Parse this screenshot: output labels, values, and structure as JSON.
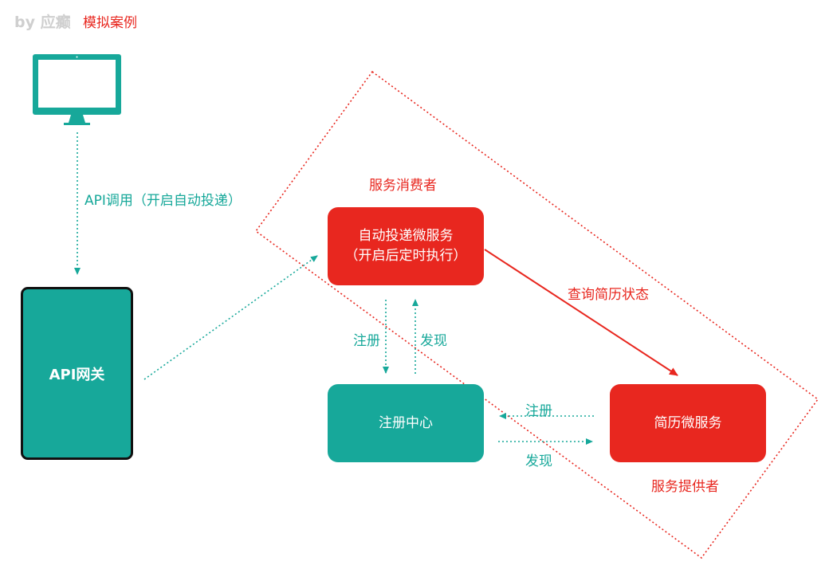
{
  "header": {
    "author": "by 应癫",
    "case_label": "模拟案例"
  },
  "client": {
    "icon": "monitor-icon",
    "call_label": "API调用（开启自动投递）"
  },
  "gateway": {
    "label": "API网关"
  },
  "consumer": {
    "group_label": "服务消费者",
    "name_line1": "自动投递微服务",
    "name_line2": "（开启后定时执行）"
  },
  "registry": {
    "label": "注册中心"
  },
  "provider": {
    "name": "简历微服务",
    "group_label": "服务提供者"
  },
  "edges": {
    "consumer_register": "注册",
    "consumer_discover": "发现",
    "provider_register": "注册",
    "provider_discover": "发现",
    "query": "查询简历状态"
  },
  "colors": {
    "red": "#e8271f",
    "teal": "#17a89a",
    "author_gray": "#cfcfcf"
  }
}
